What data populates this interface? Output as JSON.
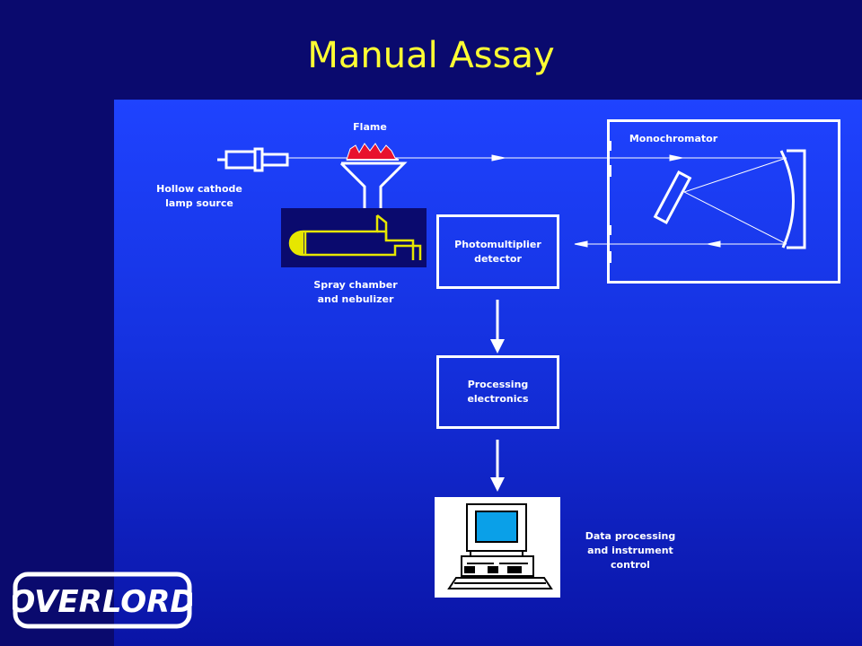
{
  "title": "Manual Assay",
  "labels": {
    "flame": "Flame",
    "monochromator": "Monochromator",
    "hollow_cathode": "Hollow cathode\nlamp source",
    "photomultiplier": "Photomultiplier\ndetector",
    "spray_chamber": "Spray chamber\nand nebulizer",
    "processing": "Processing\nelectronics",
    "data_processing": "Data processing\nand instrument\ncontrol"
  },
  "logo": {
    "text": "OVERLORD"
  },
  "colors": {
    "title": "#ffff33",
    "background": "#0a0a6e",
    "panel_top": "#1f43ff",
    "flame": "#e8112d",
    "spray_chamber": "#e6e600",
    "spray_bg": "#0a0a6e"
  }
}
